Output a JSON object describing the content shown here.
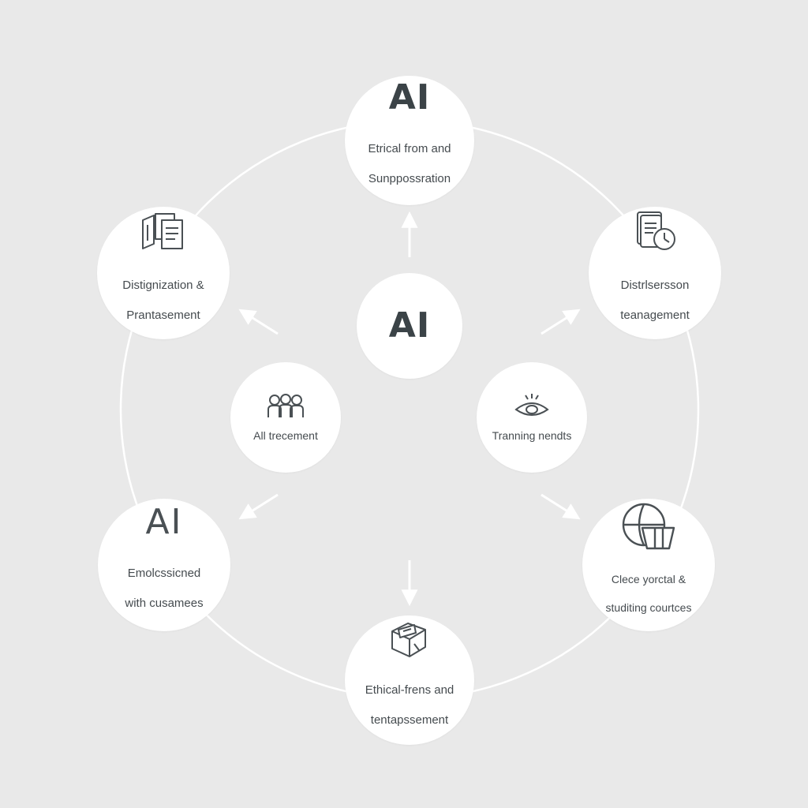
{
  "colors": {
    "background": "#e9e9e9",
    "node_fill": "#ffffff",
    "ring_stroke": "#ffffff",
    "text": "#454b4f",
    "icon_stroke": "#4a5054"
  },
  "center": {
    "title": "AI"
  },
  "nodes": {
    "top": {
      "title": "AI",
      "line1": "Etrical from and",
      "line2": "Sunppossration"
    },
    "upper_left": {
      "icon": "folders-documents-icon",
      "line1": "Distignization &",
      "line2": "Prantasement"
    },
    "upper_right": {
      "icon": "document-clock-icon",
      "line1": "Distrlsersson",
      "line2": "teanagement"
    },
    "inner_left": {
      "icon": "people-group-icon",
      "line1": "All trecement"
    },
    "inner_right": {
      "icon": "eye-icon",
      "line1": "Tranning nendts"
    },
    "lower_left": {
      "title": "AI",
      "line1": "Emolcssicned",
      "line2": "with cusamees"
    },
    "lower_right": {
      "icon": "globe-box-icon",
      "line1": "Clece yorctal &",
      "line2": "studiting courtces"
    },
    "bottom": {
      "icon": "package-box-icon",
      "line1": "Ethical-frens and",
      "line2": "tentapssement"
    }
  }
}
